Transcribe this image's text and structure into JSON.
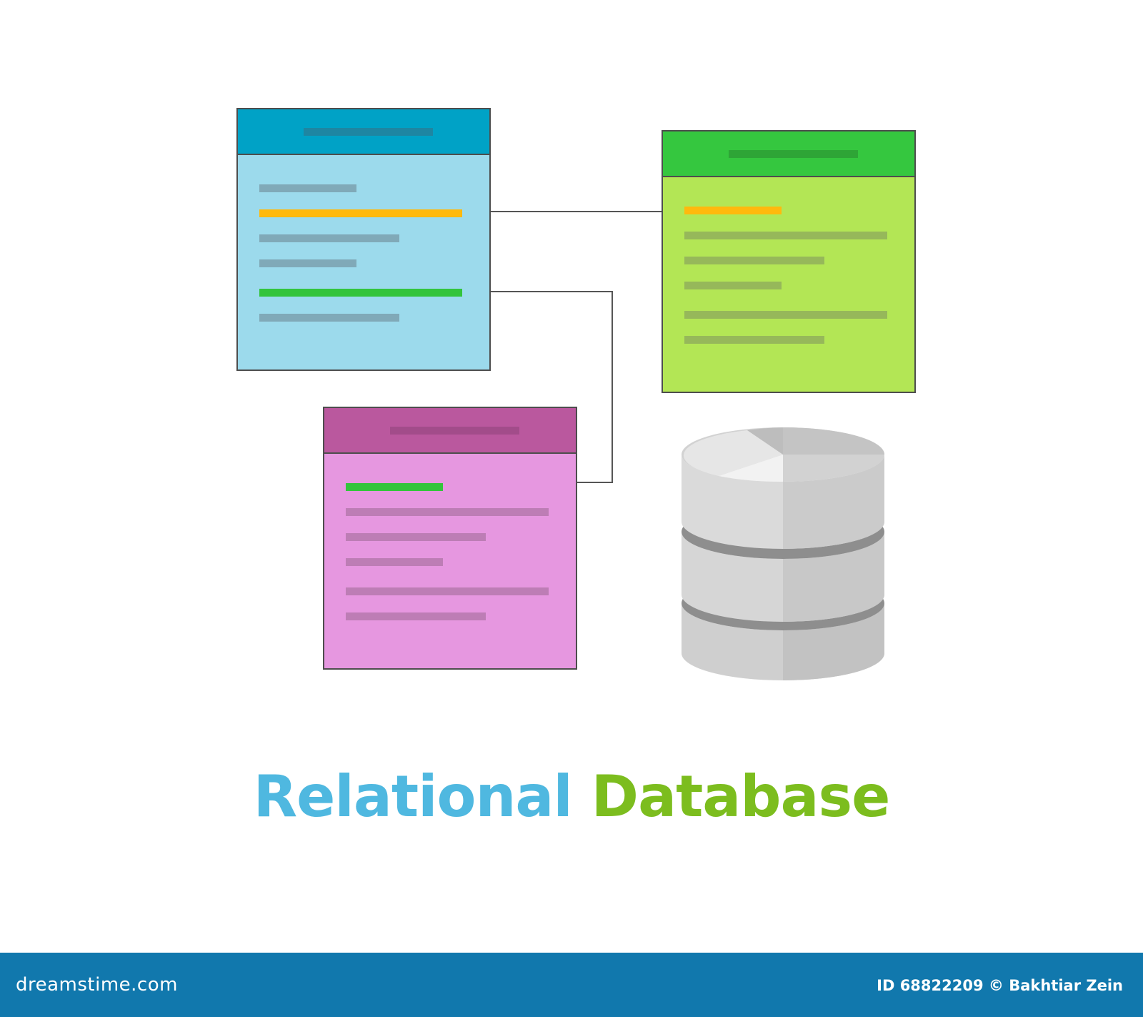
{
  "tables": [
    {
      "id": "blue",
      "rows": [
        "field",
        "foreign-key",
        "field",
        "field",
        "primary-key",
        "field"
      ]
    },
    {
      "id": "green",
      "rows": [
        "foreign-key",
        "field",
        "field",
        "field",
        "field",
        "field"
      ]
    },
    {
      "id": "pink",
      "rows": [
        "primary-key",
        "field",
        "field",
        "field",
        "field",
        "field"
      ]
    }
  ],
  "colors": {
    "blue_header": "#00a2c6",
    "blue_body": "#9cdaec",
    "green_header": "#35c73f",
    "green_body": "#b3e655",
    "pink_header": "#ba589e",
    "pink_body": "#e697e0",
    "key_orange": "#ffb90d",
    "key_green": "#33c43c",
    "title_blue": "#4fb8e0",
    "title_green": "#7cbd1e",
    "footer": "#1178ad"
  },
  "icons": [
    "database-icon"
  ],
  "title": {
    "word1": "Relational",
    "word2": "Database"
  },
  "footer": {
    "brand": "dreamstime.com",
    "credit": "ID 68822209 © Bakhtiar Zein"
  }
}
